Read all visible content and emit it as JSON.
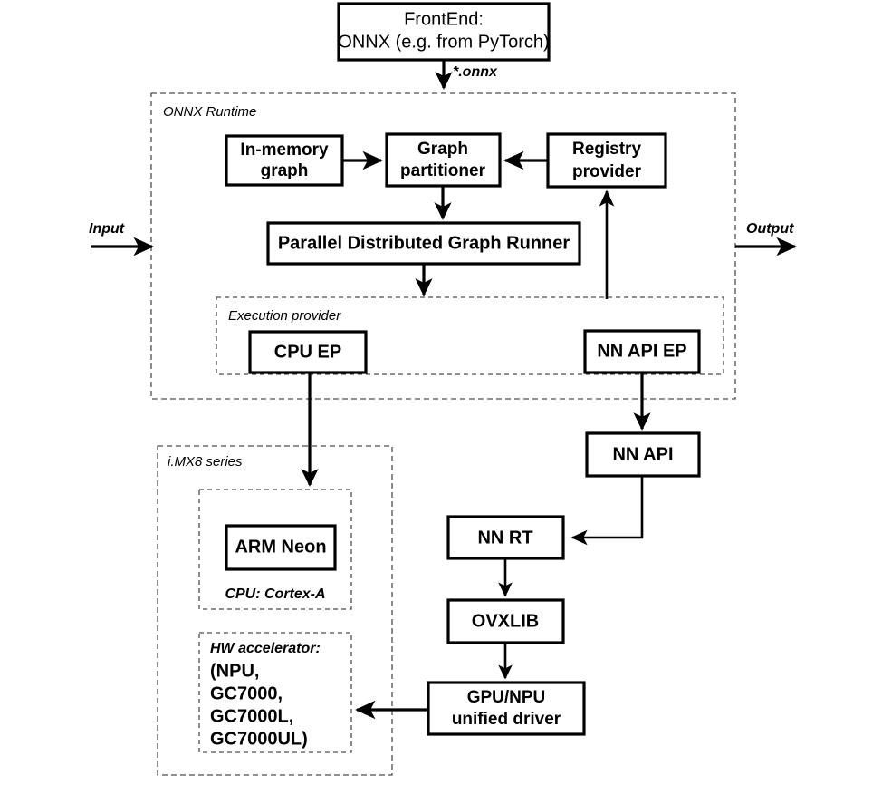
{
  "diagram": {
    "title_box": {
      "line1": "FrontEnd:",
      "line2": "ONNX (e.g. from PyTorch)"
    },
    "edge_labels": {
      "onnx_file": "*.onnx",
      "input": "Input",
      "output": "Output"
    },
    "containers": {
      "onnx_runtime": "ONNX Runtime",
      "execution_provider": "Execution provider",
      "imx8": "i.MX8 series",
      "cpu_group": "CPU: Cortex-A",
      "hw_group_title": "HW accelerator:"
    },
    "boxes": {
      "in_memory_graph": {
        "line1": "In-memory",
        "line2": "graph"
      },
      "graph_partitioner": {
        "line1": "Graph",
        "line2": "partitioner"
      },
      "registry_provider": {
        "line1": "Registry",
        "line2": "provider"
      },
      "graph_runner": "Parallel Distributed Graph Runner",
      "cpu_ep": "CPU EP",
      "nnapi_ep": "NN API EP",
      "nn_api": "NN API",
      "nn_rt": "NN RT",
      "ovxlib": "OVXLIB",
      "gpu_npu_driver": {
        "line1": "GPU/NPU",
        "line2": "unified  driver"
      },
      "arm_neon": "ARM Neon"
    },
    "hw_accelerator_items": [
      "(NPU,",
      "GC7000,",
      "GC7000L,",
      "GC7000UL)"
    ],
    "colors": {
      "stroke": "#000000",
      "dashed": "#4d4d4d",
      "background": "#ffffff"
    }
  }
}
